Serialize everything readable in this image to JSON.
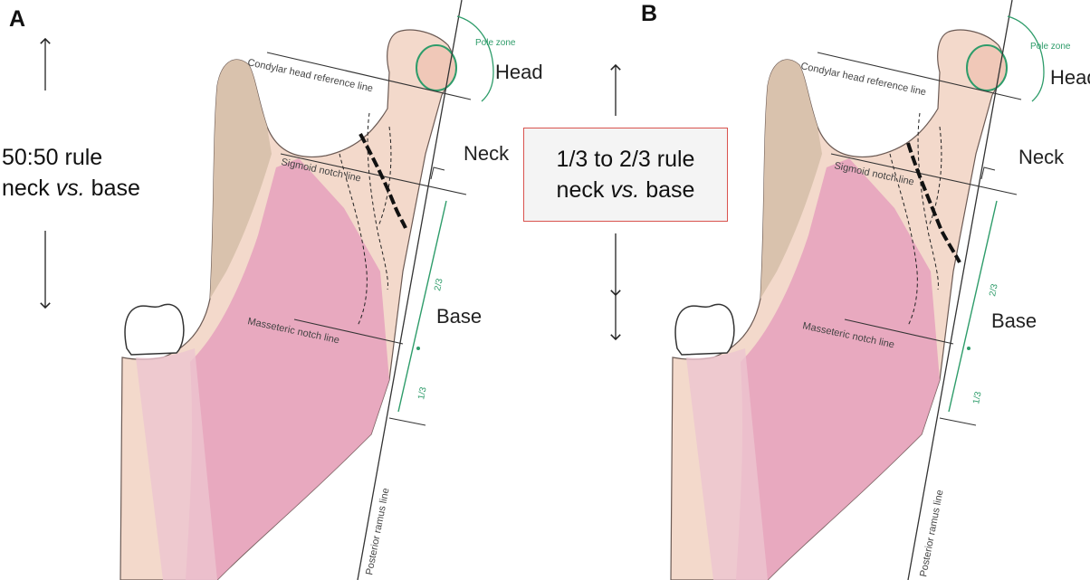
{
  "panels": [
    {
      "letter": "A",
      "rule": {
        "line1": "50:50 rule",
        "line2_start": "neck ",
        "line2_italic": "vs.",
        "line2_end": " base"
      }
    },
    {
      "letter": "B",
      "rule": {
        "line1": "1/3 to 2/3 rule",
        "line2_start": "neck ",
        "line2_italic": "vs.",
        "line2_end": " base"
      }
    }
  ],
  "labels": {
    "head": "Head",
    "neck": "Neck",
    "base": "Base",
    "pole_zone": "Pole zone",
    "condylar_line": "Condylar head reference line",
    "sigmoid_line": "Sigmoid notch line",
    "masseteric_line": "Masseteric notch line",
    "ramus_line": "Posterior ramus line",
    "two_thirds": "2/3",
    "one_third": "1/3"
  },
  "colors": {
    "bone": "#f3d9cb",
    "bone_dark": "#d9c2ad",
    "muscle": "#e5a0bd",
    "guide_green": "#2e9c6a",
    "fracture_line": "#111111",
    "box_border": "#d9534f"
  }
}
